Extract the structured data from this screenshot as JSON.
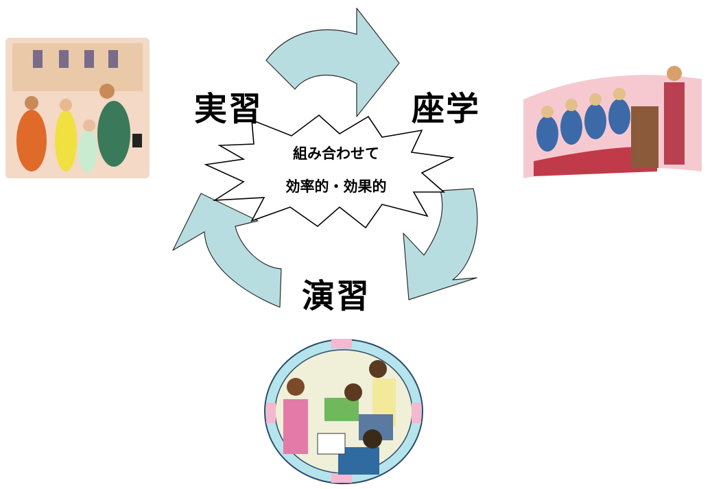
{
  "diagram": {
    "center": {
      "line1": "組み合わせて",
      "line2": "効率的・効果的"
    },
    "labels": {
      "practicum": "実習",
      "lecture": "座学",
      "exercise": "演習"
    },
    "colors": {
      "arrow_fill": "#b8dde0",
      "arrow_stroke": "#2a2a2a",
      "burst_fill": "#ffffff",
      "burst_stroke": "#000000"
    }
  }
}
